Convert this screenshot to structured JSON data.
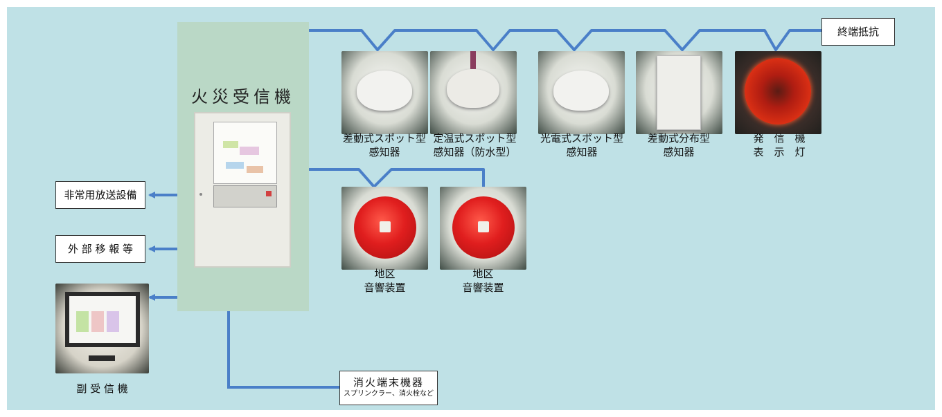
{
  "diagram": {
    "main_unit": {
      "label": "火災受信機"
    },
    "terminator": {
      "label": "終端抵抗"
    },
    "detectors": [
      {
        "label": "差動式スポット型\n感知器"
      },
      {
        "label": "定温式スポット型\n感知器（防水型）"
      },
      {
        "label": "光電式スポット型\n感知器"
      },
      {
        "label": "差動式分布型\n感知器"
      },
      {
        "label": "発　信　機\n表　示　灯"
      }
    ],
    "bells": [
      {
        "label": "地区\n音響装置"
      },
      {
        "label": "地区\n音響装置"
      }
    ],
    "outputs": [
      {
        "label": "非常用放送設備"
      },
      {
        "label": "外 部 移 報 等"
      }
    ],
    "sub_receiver": {
      "label": "副 受 信 機"
    },
    "extinguisher": {
      "label": "消火端末機器",
      "note": "スプリンクラー、消火栓など"
    },
    "colors": {
      "background": "#bfe1e6",
      "wire": "#4a7fc8",
      "panel": "#bad8c6",
      "bell_red": "#e01e1e"
    }
  }
}
